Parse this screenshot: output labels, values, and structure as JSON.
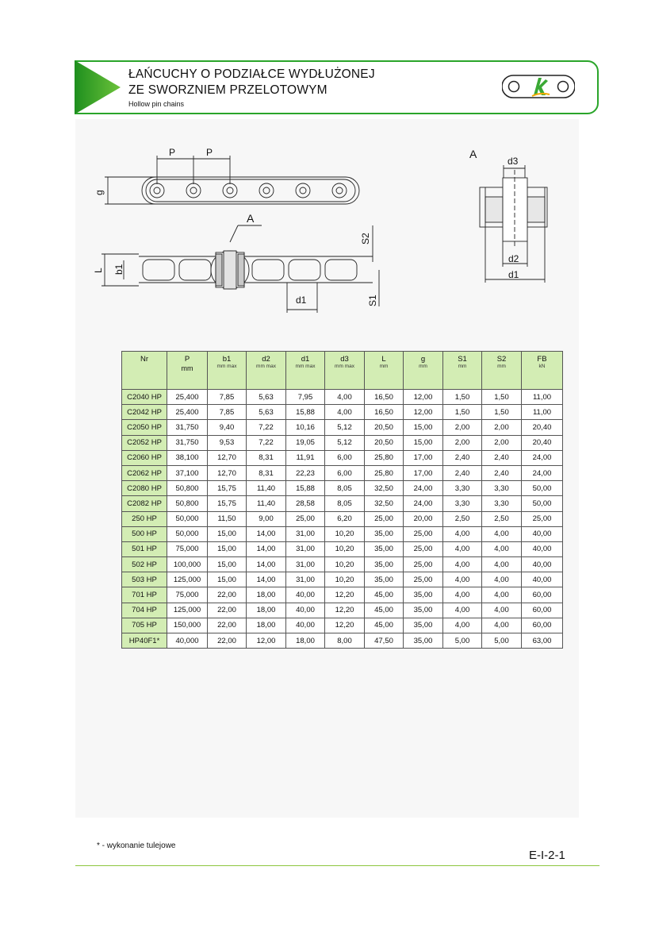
{
  "header": {
    "title_line1": "ŁAŃCUCHY O PODZIAŁCE WYDŁUŻONEJ",
    "title_line2": "ZE SWORZNIEM PRZELOTOWYM",
    "subtitle": "Hollow pin chains"
  },
  "drawing_labels": {
    "p1": "P",
    "p2": "P",
    "g": "g",
    "a_callout": "A",
    "s2": "S2",
    "l": "L",
    "b1": "b1",
    "d1_side": "d1",
    "s1": "S1",
    "detail_title": "A",
    "d3": "d3",
    "d2": "d2",
    "d1_detail": "d1"
  },
  "table": {
    "headers": [
      {
        "label": "Nr",
        "unit": "",
        "sub": ""
      },
      {
        "label": "P",
        "unit": "mm",
        "sub": ""
      },
      {
        "label": "b1",
        "unit": "",
        "sub": "mm max"
      },
      {
        "label": "d2",
        "unit": "",
        "sub": "mm max"
      },
      {
        "label": "d1",
        "unit": "",
        "sub": "mm max"
      },
      {
        "label": "d3",
        "unit": "",
        "sub": "mm max"
      },
      {
        "label": "L",
        "unit": "",
        "sub": "mm"
      },
      {
        "label": "g",
        "unit": "",
        "sub": "mm"
      },
      {
        "label": "S1",
        "unit": "",
        "sub": "mm"
      },
      {
        "label": "S2",
        "unit": "",
        "sub": "mm"
      },
      {
        "label": "FB",
        "unit": "",
        "sub": "kN"
      }
    ],
    "rows": [
      [
        "C2040 HP",
        "25,400",
        "7,85",
        "5,63",
        "7,95",
        "4,00",
        "16,50",
        "12,00",
        "1,50",
        "1,50",
        "11,00"
      ],
      [
        "C2042 HP",
        "25,400",
        "7,85",
        "5,63",
        "15,88",
        "4,00",
        "16,50",
        "12,00",
        "1,50",
        "1,50",
        "11,00"
      ],
      [
        "C2050 HP",
        "31,750",
        "9,40",
        "7,22",
        "10,16",
        "5,12",
        "20,50",
        "15,00",
        "2,00",
        "2,00",
        "20,40"
      ],
      [
        "C2052 HP",
        "31,750",
        "9,53",
        "7,22",
        "19,05",
        "5,12",
        "20,50",
        "15,00",
        "2,00",
        "2,00",
        "20,40"
      ],
      [
        "C2060 HP",
        "38,100",
        "12,70",
        "8,31",
        "11,91",
        "6,00",
        "25,80",
        "17,00",
        "2,40",
        "2,40",
        "24,00"
      ],
      [
        "C2062 HP",
        "37,100",
        "12,70",
        "8,31",
        "22,23",
        "6,00",
        "25,80",
        "17,00",
        "2,40",
        "2,40",
        "24,00"
      ],
      [
        "C2080 HP",
        "50,800",
        "15,75",
        "11,40",
        "15,88",
        "8,05",
        "32,50",
        "24,00",
        "3,30",
        "3,30",
        "50,00"
      ],
      [
        "C2082 HP",
        "50,800",
        "15,75",
        "11,40",
        "28,58",
        "8,05",
        "32,50",
        "24,00",
        "3,30",
        "3,30",
        "50,00"
      ],
      [
        "250 HP",
        "50,000",
        "11,50",
        "9,00",
        "25,00",
        "6,20",
        "25,00",
        "20,00",
        "2,50",
        "2,50",
        "25,00"
      ],
      [
        "500 HP",
        "50,000",
        "15,00",
        "14,00",
        "31,00",
        "10,20",
        "35,00",
        "25,00",
        "4,00",
        "4,00",
        "40,00"
      ],
      [
        "501 HP",
        "75,000",
        "15,00",
        "14,00",
        "31,00",
        "10,20",
        "35,00",
        "25,00",
        "4,00",
        "4,00",
        "40,00"
      ],
      [
        "502 HP",
        "100,000",
        "15,00",
        "14,00",
        "31,00",
        "10,20",
        "35,00",
        "25,00",
        "4,00",
        "4,00",
        "40,00"
      ],
      [
        "503 HP",
        "125,000",
        "15,00",
        "14,00",
        "31,00",
        "10,20",
        "35,00",
        "25,00",
        "4,00",
        "4,00",
        "40,00"
      ],
      [
        "701 HP",
        "75,000",
        "22,00",
        "18,00",
        "40,00",
        "12,20",
        "45,00",
        "35,00",
        "4,00",
        "4,00",
        "60,00"
      ],
      [
        "704 HP",
        "125,000",
        "22,00",
        "18,00",
        "40,00",
        "12,20",
        "45,00",
        "35,00",
        "4,00",
        "4,00",
        "60,00"
      ],
      [
        "705 HP",
        "150,000",
        "22,00",
        "18,00",
        "40,00",
        "12,20",
        "45,00",
        "35,00",
        "4,00",
        "4,00",
        "60,00"
      ],
      [
        "HP40F1*",
        "40,000",
        "22,00",
        "12,00",
        "18,00",
        "8,00",
        "47,50",
        "35,00",
        "5,00",
        "5,00",
        "63,00"
      ]
    ]
  },
  "footnote": "*  - wykonanie tulejowe",
  "page_code": "E-I-2-1",
  "colors": {
    "brand_green": "#2aa52a",
    "header_fill": "#d3edb4",
    "footer_line": "#8dc63f"
  }
}
